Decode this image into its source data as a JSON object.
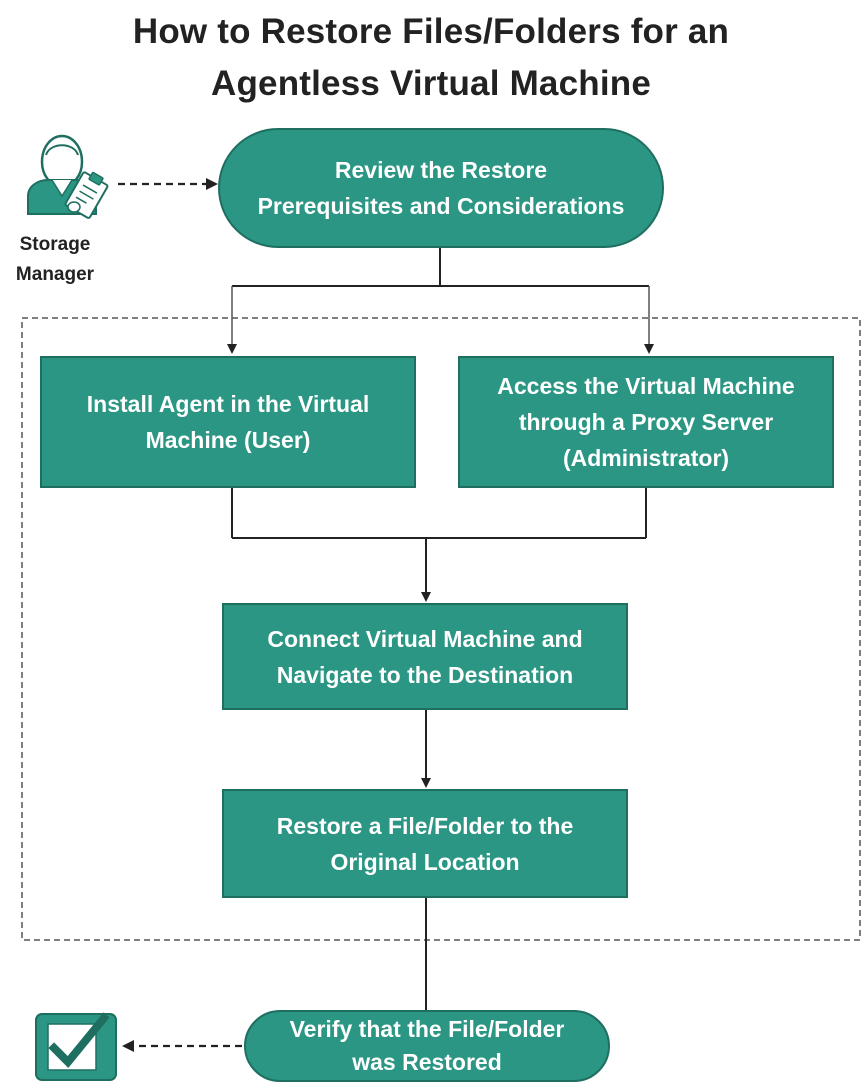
{
  "title": {
    "line1": "How to Restore Files/Folders for an",
    "line2": "Agentless Virtual Machine"
  },
  "actor": {
    "line1": "Storage",
    "line2": "Manager",
    "icon": "storage-manager-icon"
  },
  "steps": {
    "review": {
      "line1": "Review the Restore",
      "line2": "Prerequisites and Considerations"
    },
    "install_agent": {
      "line1": "Install Agent in the Virtual",
      "line2": "Machine (User)"
    },
    "access_vm": {
      "line1": "Access the Virtual Machine",
      "line2": "through a Proxy Server",
      "line3": "(Administrator)"
    },
    "connect": {
      "line1": "Connect Virtual Machine and",
      "line2": "Navigate to the Destination"
    },
    "restore": {
      "line1": "Restore a File/Folder to the",
      "line2": "Original Location"
    },
    "verify": {
      "line1": "Verify that the File/Folder",
      "line2": "was Restored"
    }
  },
  "colors": {
    "node_fill": "#2a9683",
    "node_border": "#1f6f61",
    "node_text": "#ffffff",
    "connector": "#222222",
    "dashed_box": "#555555"
  },
  "icons": {
    "completion": "checkmark-icon"
  }
}
